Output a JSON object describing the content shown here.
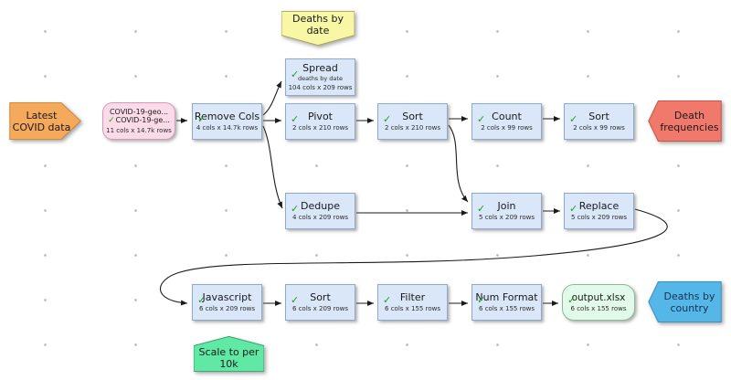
{
  "glyphs": {
    "check": "✓"
  },
  "colors": {
    "node_fill": "#d9e7f8",
    "node_border": "#8ea9c9",
    "source_fill": "#fbdbe8",
    "output_fill": "#e2faea",
    "note_yellow": "#f8f7a5",
    "note_yellow_border": "#aba65a",
    "note_green": "#5fe9a4",
    "note_green_border": "#3f9e6e",
    "input_arrow_orange": "#f5a95b",
    "input_arrow_orange_border": "#c9893b",
    "output_arrow_red": "#f0796b",
    "output_arrow_red_border": "#c4564a",
    "output_arrow_blue": "#55b6e8",
    "output_arrow_blue_border": "#3a8fc2",
    "check_green": "#1fa11f"
  },
  "source": {
    "line1": "COVID-19-geo...",
    "line2": "COVID-19-ge...",
    "size": "11 cols x 14.7k rows"
  },
  "nodes": {
    "remove_cols": {
      "title": "Remove Cols",
      "size": "4 cols x 14.7k rows"
    },
    "spread": {
      "title": "Spread",
      "comment": "deaths by date",
      "size": "104 cols x 209 rows"
    },
    "pivot": {
      "title": "Pivot",
      "size": "2 cols x 210 rows"
    },
    "sort_1": {
      "title": "Sort",
      "size": "2 cols x 210 rows"
    },
    "count": {
      "title": "Count",
      "size": "2 cols x 99 rows"
    },
    "sort_2": {
      "title": "Sort",
      "size": "2 cols x 99 rows"
    },
    "dedupe": {
      "title": "Dedupe",
      "size": "4 cols x 209 rows"
    },
    "join": {
      "title": "Join",
      "size": "5 cols x 209 rows"
    },
    "replace": {
      "title": "Replace",
      "size": "5 cols x 209 rows"
    },
    "javascript": {
      "title": "Javascript",
      "size": "6 cols x 209 rows"
    },
    "sort_3": {
      "title": "Sort",
      "size": "6 cols x 209 rows"
    },
    "filter": {
      "title": "Filter",
      "size": "6 cols x 155 rows"
    },
    "num_format": {
      "title": "Num Format",
      "size": "6 cols x 155 rows"
    },
    "output": {
      "title": "output.xlsx",
      "size": "6 cols x 155 rows"
    }
  },
  "labels": {
    "latest_covid_data": "Latest\nCOVID data",
    "deaths_by_date": "Deaths by\ndate",
    "death_frequencies": "Death\nfrequencies",
    "deaths_by_country": "Deaths by\ncountry",
    "scale_to_per_10k": "Scale to per\n10k"
  }
}
